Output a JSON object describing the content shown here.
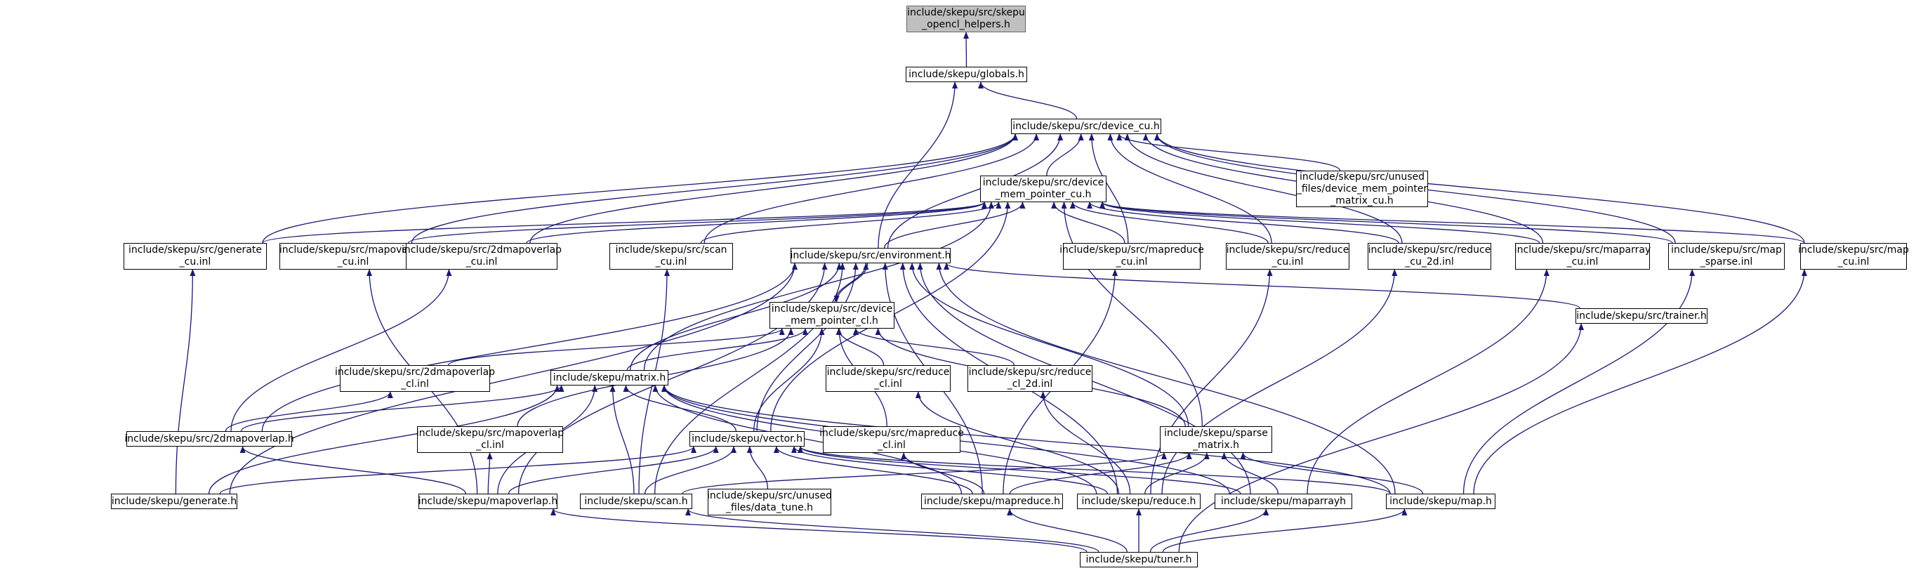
{
  "graph": {
    "root": "n_helpers",
    "colors": {
      "edge": "#191970",
      "node_border": "#000000",
      "root_fill": "#bfbfbf",
      "root_border": "#666666",
      "node_fill": "#ffffff"
    },
    "nodes": [
      {
        "id": "n_helpers",
        "label": "include/skepu/src/skepu\n_opencl_helpers.h"
      },
      {
        "id": "n_globals",
        "label": "include/skepu/globals.h"
      },
      {
        "id": "n_devcu",
        "label": "include/skepu/src/device_cu.h"
      },
      {
        "id": "n_unused_dmp",
        "label": "include/skepu/src/unused\n_files/device_mem_pointer\n_matrix_cu.h"
      },
      {
        "id": "n_dmpcu",
        "label": "include/skepu/src/device\n_mem_pointer_cu.h"
      },
      {
        "id": "n_gencu",
        "label": "include/skepu/src/generate\n_cu.inl"
      },
      {
        "id": "n_mapovcu",
        "label": "include/skepu/src/mapoverlap\n_cu.inl"
      },
      {
        "id": "n_2dmovcu",
        "label": "include/skepu/src/2dmapoverlap\n_cu.inl"
      },
      {
        "id": "n_scancu",
        "label": "include/skepu/src/scan\n_cu.inl"
      },
      {
        "id": "n_env",
        "label": "include/skepu/src/environment.h"
      },
      {
        "id": "n_mapredcu",
        "label": "include/skepu/src/mapreduce\n_cu.inl"
      },
      {
        "id": "n_redcu",
        "label": "include/skepu/src/reduce\n_cu.inl"
      },
      {
        "id": "n_red2dcu",
        "label": "include/skepu/src/reduce\n_cu_2d.inl"
      },
      {
        "id": "n_maparrcu",
        "label": "include/skepu/src/maparray\n_cu.inl"
      },
      {
        "id": "n_mapsparse",
        "label": "include/skepu/src/map\n_sparse.inl"
      },
      {
        "id": "n_mapcu",
        "label": "include/skepu/src/map\n_cu.inl"
      },
      {
        "id": "n_dmpcl",
        "label": "include/skepu/src/device\n_mem_pointer_cl.h"
      },
      {
        "id": "n_trainer",
        "label": "include/skepu/src/trainer.h"
      },
      {
        "id": "n_2dmovcl",
        "label": "include/skepu/src/2dmapoverlap\n_cl.inl"
      },
      {
        "id": "n_matrix",
        "label": "include/skepu/matrix.h"
      },
      {
        "id": "n_redcl",
        "label": "include/skepu/src/reduce\n_cl.inl"
      },
      {
        "id": "n_red2dcl",
        "label": "include/skepu/src/reduce\n_cl_2d.inl"
      },
      {
        "id": "n_2dmov",
        "label": "include/skepu/src/2dmapoverlap.h"
      },
      {
        "id": "n_mapovcl",
        "label": "include/skepu/src/mapoverlap\n_cl.inl"
      },
      {
        "id": "n_vector",
        "label": "include/skepu/vector.h"
      },
      {
        "id": "n_mapredcl",
        "label": "include/skepu/src/mapreduce\n_cl.inl"
      },
      {
        "id": "n_sparse",
        "label": "include/skepu/sparse\n_matrix.h"
      },
      {
        "id": "n_generate",
        "label": "include/skepu/generate.h"
      },
      {
        "id": "n_mapoverlap",
        "label": "include/skepu/mapoverlap.h"
      },
      {
        "id": "n_scan",
        "label": "include/skepu/scan.h"
      },
      {
        "id": "n_unused_dt",
        "label": "include/skepu/src/unused\n_files/data_tune.h"
      },
      {
        "id": "n_mapreduce",
        "label": "include/skepu/mapreduce.h"
      },
      {
        "id": "n_reduce",
        "label": "include/skepu/reduce.h"
      },
      {
        "id": "n_maparray",
        "label": "include/skepu/maparrayh"
      },
      {
        "id": "n_map",
        "label": "include/skepu/map.h"
      },
      {
        "id": "n_tuner",
        "label": "include/skepu/tuner.h"
      }
    ],
    "edges": [
      [
        "n_globals",
        "n_helpers"
      ],
      [
        "n_devcu",
        "n_globals"
      ],
      [
        "n_env",
        "n_globals"
      ],
      [
        "n_unused_dmp",
        "n_devcu"
      ],
      [
        "n_dmpcu",
        "n_devcu"
      ],
      [
        "n_gencu",
        "n_devcu"
      ],
      [
        "n_mapovcu",
        "n_devcu"
      ],
      [
        "n_2dmovcu",
        "n_devcu"
      ],
      [
        "n_scancu",
        "n_devcu"
      ],
      [
        "n_env",
        "n_devcu"
      ],
      [
        "n_mapredcu",
        "n_devcu"
      ],
      [
        "n_redcu",
        "n_devcu"
      ],
      [
        "n_red2dcu",
        "n_devcu"
      ],
      [
        "n_maparrcu",
        "n_devcu"
      ],
      [
        "n_mapsparse",
        "n_devcu"
      ],
      [
        "n_mapcu",
        "n_devcu"
      ],
      [
        "n_gencu",
        "n_dmpcu"
      ],
      [
        "n_mapovcu",
        "n_dmpcu"
      ],
      [
        "n_2dmovcu",
        "n_dmpcu"
      ],
      [
        "n_scancu",
        "n_dmpcu"
      ],
      [
        "n_env",
        "n_dmpcu"
      ],
      [
        "n_mapredcu",
        "n_dmpcu"
      ],
      [
        "n_redcu",
        "n_dmpcu"
      ],
      [
        "n_red2dcu",
        "n_dmpcu"
      ],
      [
        "n_maparrcu",
        "n_dmpcu"
      ],
      [
        "n_mapsparse",
        "n_dmpcu"
      ],
      [
        "n_mapcu",
        "n_dmpcu"
      ],
      [
        "n_matrix",
        "n_dmpcu"
      ],
      [
        "n_vector",
        "n_dmpcu"
      ],
      [
        "n_sparse",
        "n_dmpcu"
      ],
      [
        "n_dmpcl",
        "n_env"
      ],
      [
        "n_env",
        "n_dmpcl"
      ],
      [
        "n_matrix",
        "n_env"
      ],
      [
        "n_vector",
        "n_env"
      ],
      [
        "n_2dmov",
        "n_env"
      ],
      [
        "n_generate",
        "n_env"
      ],
      [
        "n_mapoverlap",
        "n_env"
      ],
      [
        "n_scan",
        "n_env"
      ],
      [
        "n_mapreduce",
        "n_env"
      ],
      [
        "n_reduce",
        "n_env"
      ],
      [
        "n_maparray",
        "n_env"
      ],
      [
        "n_map",
        "n_env"
      ],
      [
        "n_sparse",
        "n_env"
      ],
      [
        "n_trainer",
        "n_env"
      ],
      [
        "n_2dmovcl",
        "n_dmpcl"
      ],
      [
        "n_matrix",
        "n_dmpcl"
      ],
      [
        "n_redcl",
        "n_dmpcl"
      ],
      [
        "n_red2dcl",
        "n_dmpcl"
      ],
      [
        "n_mapovcl",
        "n_dmpcl"
      ],
      [
        "n_vector",
        "n_dmpcl"
      ],
      [
        "n_mapredcl",
        "n_dmpcl"
      ],
      [
        "n_sparse",
        "n_dmpcl"
      ],
      [
        "n_2dmov",
        "n_2dmovcl"
      ],
      [
        "n_2dmov",
        "n_matrix"
      ],
      [
        "n_vector",
        "n_matrix"
      ],
      [
        "n_generate",
        "n_matrix"
      ],
      [
        "n_mapoverlap",
        "n_matrix"
      ],
      [
        "n_scan",
        "n_matrix"
      ],
      [
        "n_mapreduce",
        "n_matrix"
      ],
      [
        "n_reduce",
        "n_matrix"
      ],
      [
        "n_maparray",
        "n_matrix"
      ],
      [
        "n_map",
        "n_matrix"
      ],
      [
        "n_mapoverlap",
        "n_mapovcl"
      ],
      [
        "n_generate",
        "n_vector"
      ],
      [
        "n_mapoverlap",
        "n_vector"
      ],
      [
        "n_scan",
        "n_vector"
      ],
      [
        "n_unused_dt",
        "n_vector"
      ],
      [
        "n_mapreduce",
        "n_vector"
      ],
      [
        "n_reduce",
        "n_vector"
      ],
      [
        "n_maparray",
        "n_vector"
      ],
      [
        "n_map",
        "n_vector"
      ],
      [
        "n_mapoverlap",
        "n_2dmov"
      ],
      [
        "n_scan",
        "n_sparse"
      ],
      [
        "n_mapreduce",
        "n_sparse"
      ],
      [
        "n_reduce",
        "n_sparse"
      ],
      [
        "n_maparray",
        "n_sparse"
      ],
      [
        "n_map",
        "n_sparse"
      ],
      [
        "n_generate",
        "n_gencu"
      ],
      [
        "n_mapoverlap",
        "n_mapovcu"
      ],
      [
        "n_2dmov",
        "n_2dmovcu"
      ],
      [
        "n_scan",
        "n_scancu"
      ],
      [
        "n_mapreduce",
        "n_mapredcu"
      ],
      [
        "n_mapreduce",
        "n_mapredcl"
      ],
      [
        "n_reduce",
        "n_redcu"
      ],
      [
        "n_reduce",
        "n_red2dcu"
      ],
      [
        "n_reduce",
        "n_redcl"
      ],
      [
        "n_reduce",
        "n_red2dcl"
      ],
      [
        "n_maparray",
        "n_maparrcu"
      ],
      [
        "n_map",
        "n_mapcu"
      ],
      [
        "n_map",
        "n_mapsparse"
      ],
      [
        "n_tuner",
        "n_mapoverlap"
      ],
      [
        "n_tuner",
        "n_scan"
      ],
      [
        "n_tuner",
        "n_mapreduce"
      ],
      [
        "n_tuner",
        "n_reduce"
      ],
      [
        "n_tuner",
        "n_maparray"
      ],
      [
        "n_tuner",
        "n_map"
      ],
      [
        "n_tuner",
        "n_trainer"
      ]
    ]
  }
}
